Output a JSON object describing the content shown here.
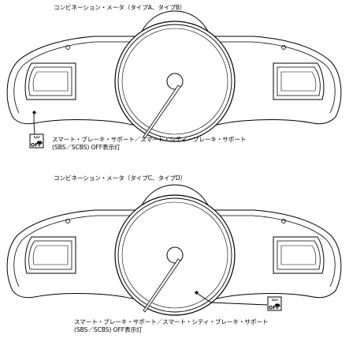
{
  "diagram_top": {
    "title": "コンビネーション・メータ（タイプA、タイプB）",
    "indicator_description_line1": "スマート・ブレーキ・サポート／スマート・シティ・ブレーキ・サポート",
    "indicator_description_line2": "(SBS／SCBS) OFF表示灯",
    "indicator_icon_text": "OFF"
  },
  "diagram_bottom": {
    "title": "コンビネーション・メータ（タイプC、タイプD）",
    "indicator_description_line1": "スマート・ブレーキ・サポート／スマート・シティ・ブレーキ・サポート",
    "indicator_description_line2": "(SBS／SCBS) OFF表示灯",
    "indicator_icon_text": "OFF"
  },
  "icons": {
    "indicator": "sbs-scbs-off-indicator-icon",
    "needle": "speedometer-needle-icon"
  },
  "colors": {
    "line": "#000000",
    "background": "#ffffff"
  }
}
